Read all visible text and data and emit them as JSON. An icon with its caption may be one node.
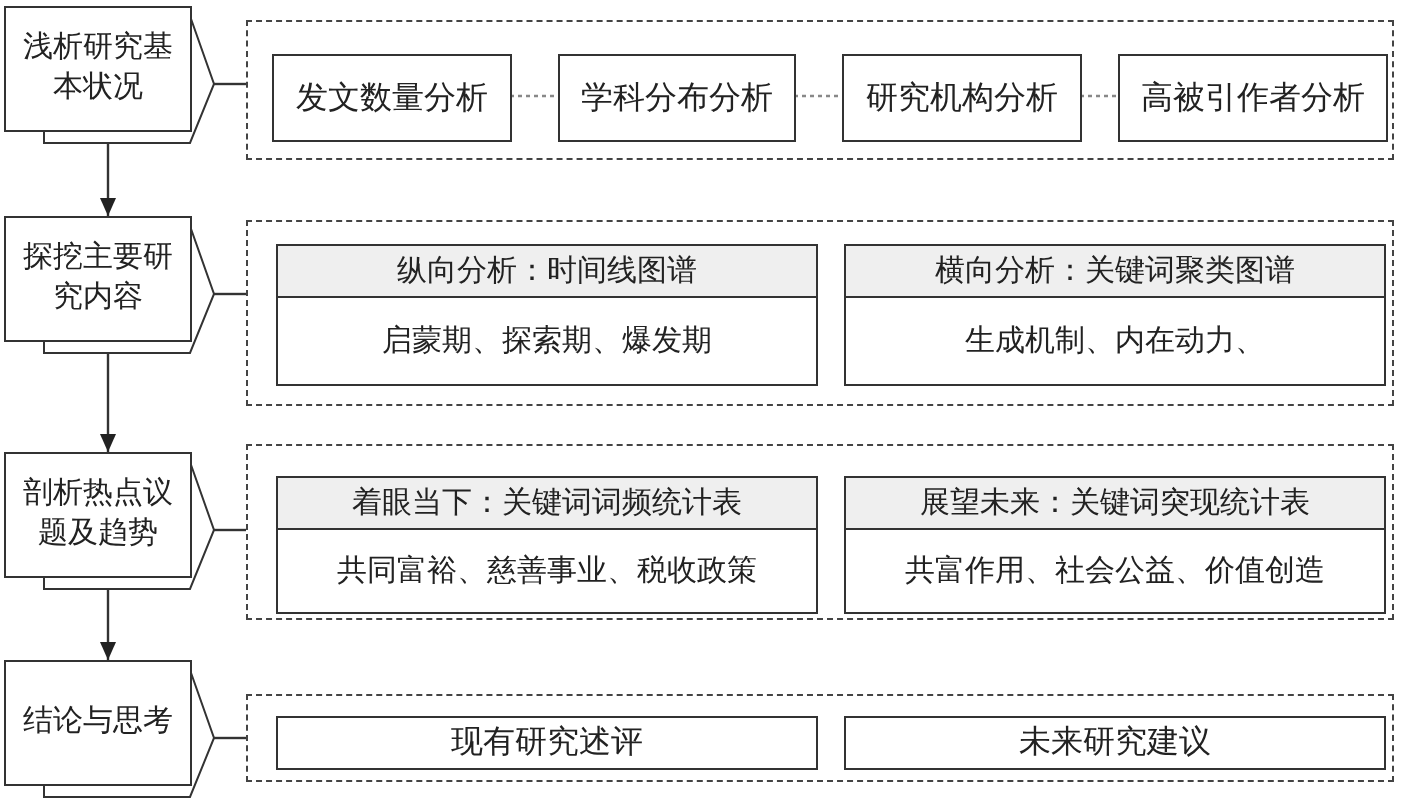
{
  "diagram": {
    "nodes": [
      {
        "text": [
          "浅析研究基本状况"
        ]
      },
      {
        "text": [],
        "shape": "box"
      },
      {
        "text": [
          "发文数量分析"
        ],
        "in": 1
      },
      {
        "text": [
          "学科分布分析"
        ],
        "in": 1
      },
      {
        "text": [
          "研究机构分析"
        ],
        "in": 1
      },
      {
        "text": [
          "高被引作者分析"
        ],
        "in": 1
      },
      {
        "text": [
          "探挖主要研究内容"
        ]
      },
      {
        "text": [],
        "shape": "box"
      },
      {
        "text": [
          "纵向分析：时间线图谱",
          "启蒙期、探索期、爆发期"
        ],
        "in": 7
      },
      {
        "text": [
          "横向分析：关键词聚类图谱",
          "生成机制、内在动力、"
        ],
        "in": 7
      },
      {
        "text": [
          "剖析热点议题及趋势"
        ]
      },
      {
        "text": [],
        "shape": "box"
      },
      {
        "text": [
          "着眼当下：关键词词频统计表",
          "共同富裕、慈善事业、税收政策"
        ],
        "in": 11
      },
      {
        "text": [
          "展望未来：关键词突现统计表",
          "共富作用、社会公益、价值创造"
        ],
        "in": 11
      },
      {
        "text": [
          "结论与思考"
        ]
      },
      {
        "text": [],
        "shape": "box"
      },
      {
        "text": [
          "现有研究述评"
        ],
        "in": 15
      },
      {
        "text": [
          "未来研究建议"
        ],
        "in": 15
      }
    ],
    "edges": [
      {
        "from": 0,
        "to": 1,
        "arrow": "none"
      },
      {
        "from": 2,
        "to": 3,
        "arrow": "none",
        "style": "dashed"
      },
      {
        "from": 3,
        "to": 4,
        "arrow": "none",
        "style": "dashed"
      },
      {
        "from": 4,
        "to": 5,
        "arrow": "none",
        "style": "dashed"
      },
      {
        "from": 0,
        "to": 6,
        "arrow": "to"
      },
      {
        "from": 6,
        "to": 7,
        "arrow": "none"
      },
      {
        "from": 6,
        "to": 10,
        "arrow": "to"
      },
      {
        "from": 10,
        "to": 11,
        "arrow": "none"
      },
      {
        "from": 10,
        "to": 14,
        "arrow": "to"
      },
      {
        "from": 14,
        "to": 15,
        "arrow": "none"
      }
    ]
  }
}
